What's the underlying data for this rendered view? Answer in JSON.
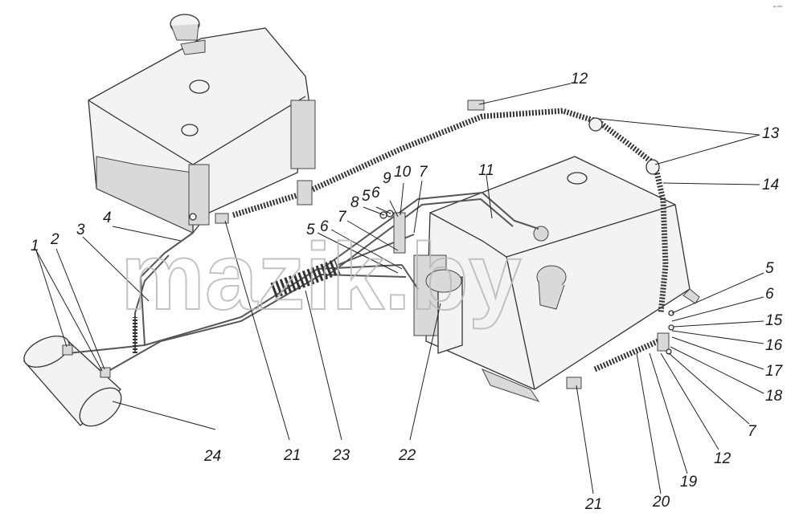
{
  "watermark": "mazik.by",
  "corner_mark": "ᵃⁿ ᵐᵐ",
  "callouts": {
    "c1": "1",
    "c2": "2",
    "c3": "3",
    "c4": "4",
    "c5a": "5",
    "c6a": "6",
    "c7a": "7",
    "c5b": "5",
    "c6b": "6",
    "c8": "8",
    "c9": "9",
    "c10": "10",
    "c7b": "7",
    "c11": "11",
    "c12a": "12",
    "c13": "13",
    "c14": "14",
    "c5c": "5",
    "c6c": "6",
    "c15": "15",
    "c16": "16",
    "c17": "17",
    "c18": "18",
    "c7c": "7",
    "c12b": "12",
    "c19": "19",
    "c20": "20",
    "c21b": "21",
    "c21a": "21",
    "c22": "22",
    "c23": "23",
    "c24": "24"
  }
}
